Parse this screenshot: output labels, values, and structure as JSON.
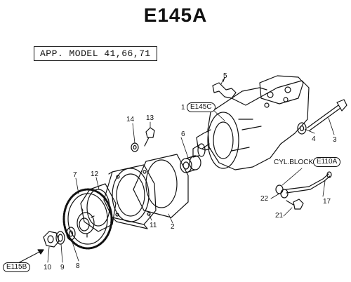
{
  "title": "E145A",
  "applicable_model": "APP. MODEL 41,66,71",
  "references": {
    "pump_ref": "E145C",
    "pump_ref_index": "1",
    "cyl_block_label": "CYL.BLOCK",
    "cyl_block_ref": "E110A",
    "arrow_ref": "E115B"
  },
  "part_numbers": {
    "p2": "2",
    "p3": "3",
    "p4": "4",
    "p5": "5",
    "p6": "6",
    "p7": "7",
    "p8": "8",
    "p9": "9",
    "p10": "10",
    "p11": "11",
    "p12": "12",
    "p13": "13",
    "p14": "14",
    "p17": "17",
    "p21": "21",
    "p22": "22"
  }
}
